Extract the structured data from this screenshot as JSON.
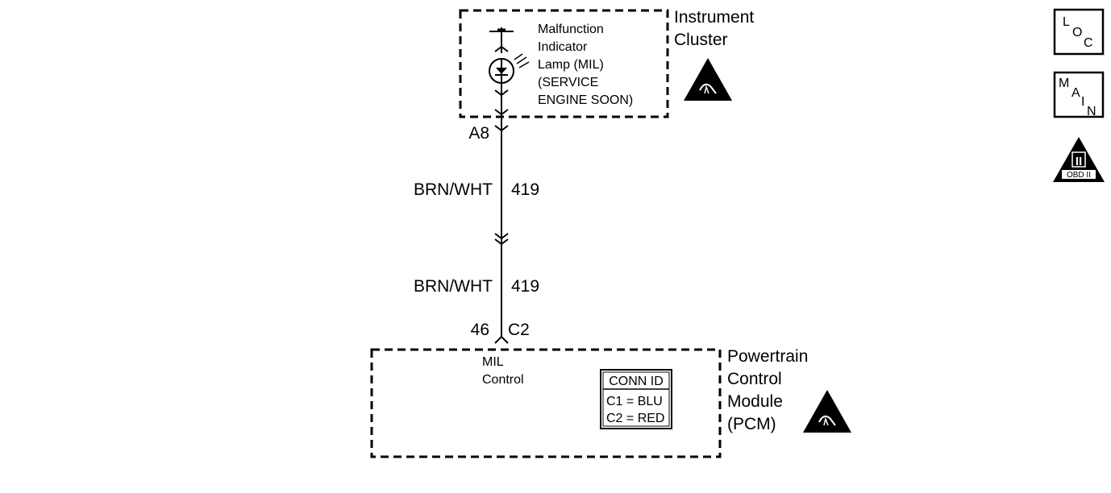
{
  "instrument_cluster": {
    "title_lines": [
      "Instrument",
      "Cluster"
    ],
    "mil_lines": [
      "Malfunction",
      "Indicator",
      "Lamp (MIL)",
      "(SERVICE",
      "ENGINE SOON)"
    ]
  },
  "connectors": {
    "upper_pin": "A8",
    "pcm_pin": "46",
    "pcm_connector": "C2"
  },
  "wires": [
    {
      "color": "BRN/WHT",
      "circuit": "419"
    },
    {
      "color": "BRN/WHT",
      "circuit": "419"
    }
  ],
  "pcm": {
    "title_lines": [
      "Powertrain",
      "Control",
      "Module",
      "(PCM)"
    ],
    "signal_lines": [
      "MIL",
      "Control"
    ],
    "conn_id": {
      "header": "CONN ID",
      "rows": [
        "C1 = BLU",
        "C2 = RED"
      ]
    }
  },
  "side_icons": {
    "loc": [
      "L",
      "O",
      "C"
    ],
    "main": [
      "M",
      "A",
      "I",
      "N"
    ],
    "obd_numeral": "II",
    "obd_label": "OBD II"
  },
  "colors": {
    "line": "#000000",
    "background": "#ffffff"
  }
}
